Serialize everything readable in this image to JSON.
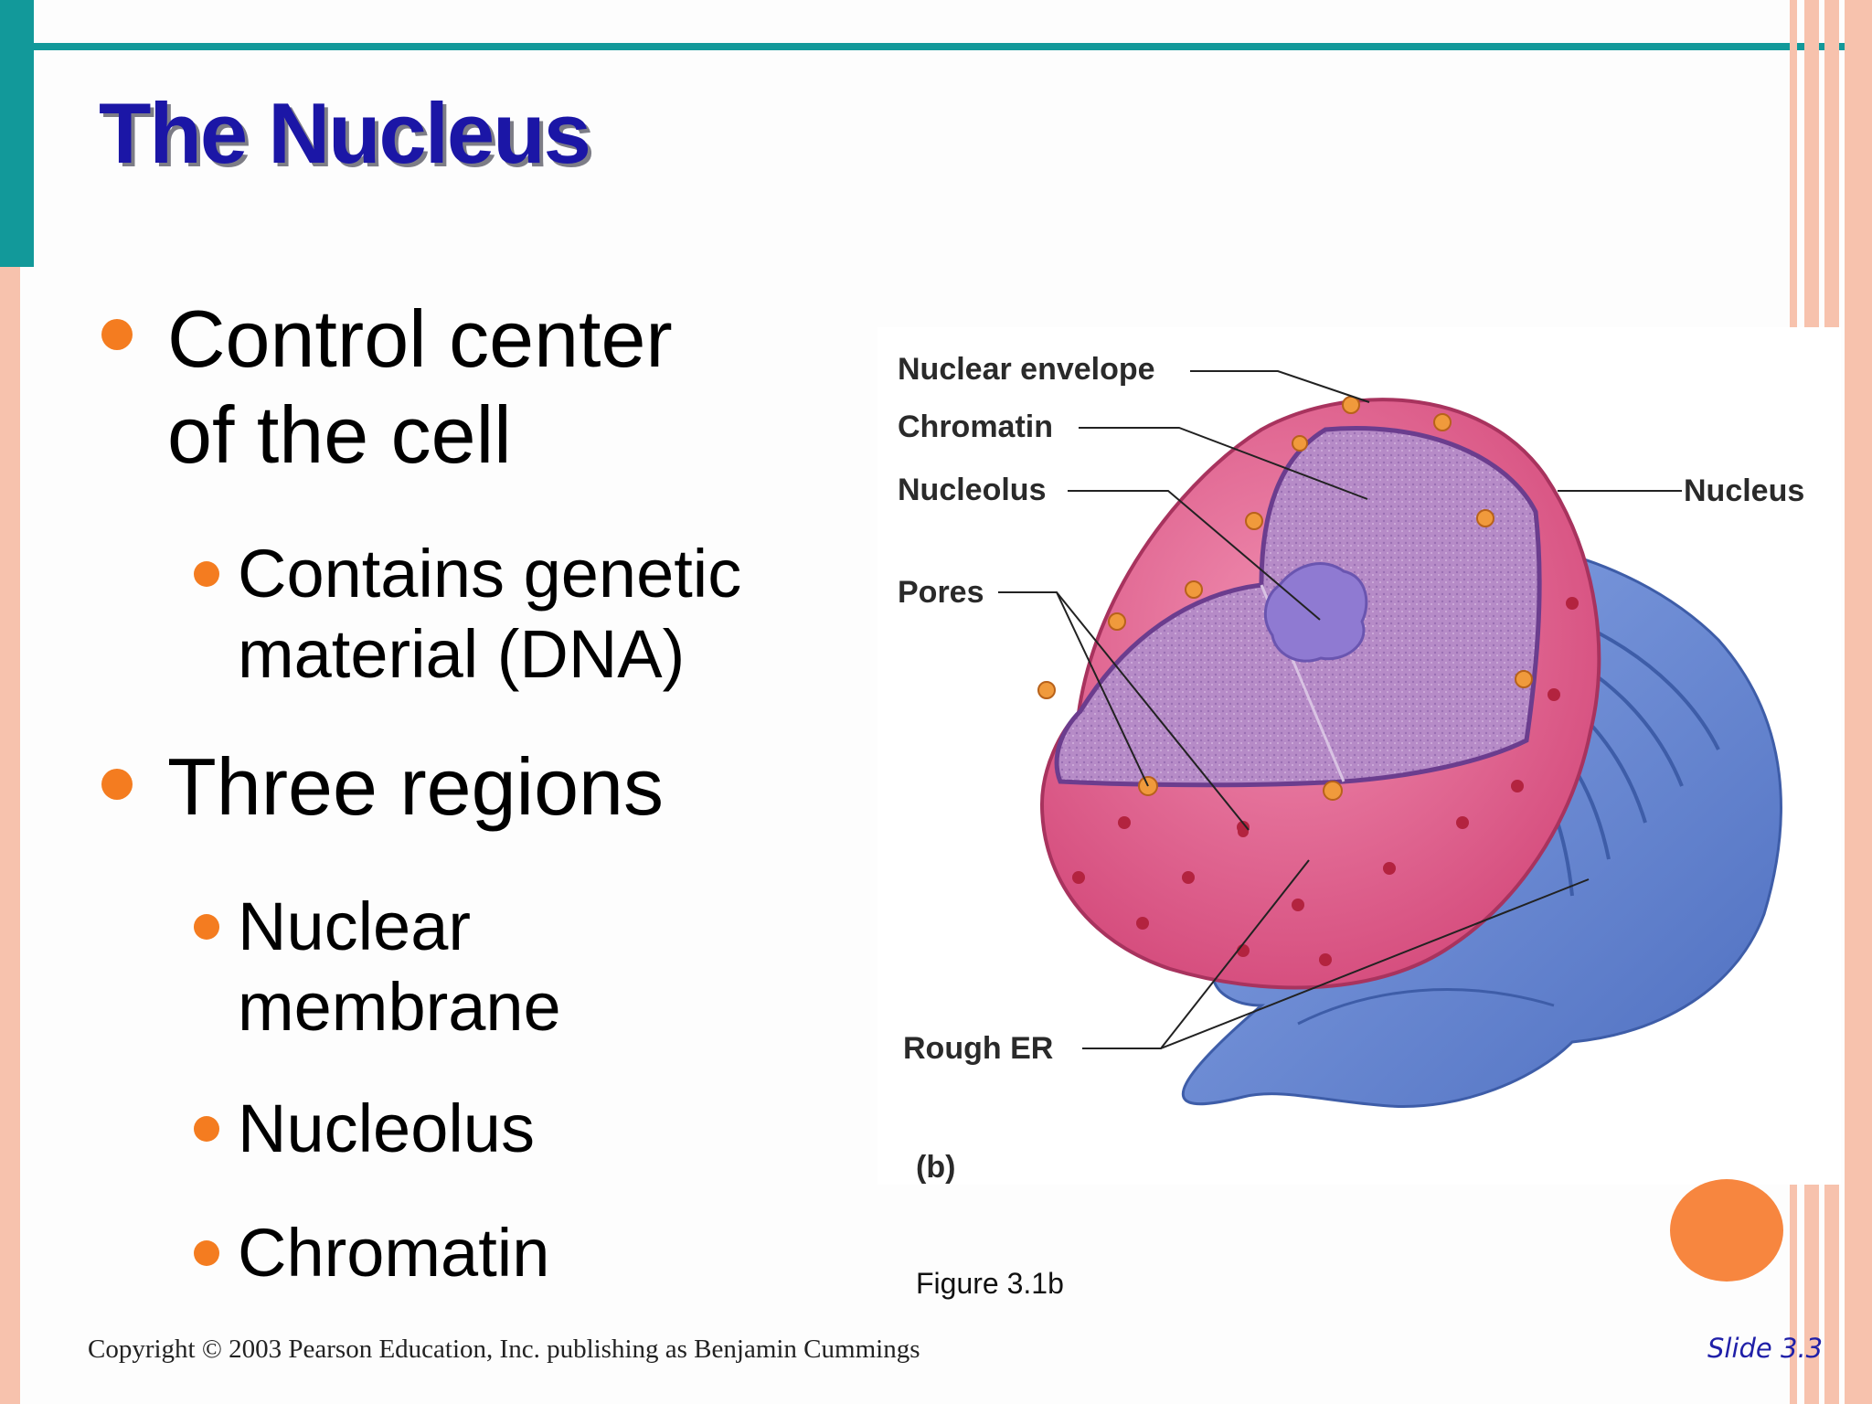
{
  "slide": {
    "title": "The Nucleus",
    "bullets": [
      {
        "text_lines": [
          "Control center",
          "of the cell"
        ],
        "sub": [
          {
            "lines": [
              "Contains genetic",
              "material (DNA)"
            ]
          }
        ]
      },
      {
        "text_lines": [
          "Three regions"
        ],
        "sub": [
          {
            "lines": [
              "Nuclear",
              "membrane"
            ]
          },
          {
            "lines": [
              "Nucleolus"
            ]
          },
          {
            "lines": [
              "Chromatin"
            ]
          }
        ]
      }
    ]
  },
  "figure": {
    "labels": {
      "nuclear_envelope": "Nuclear envelope",
      "chromatin": "Chromatin",
      "nucleolus": "Nucleolus",
      "pores": "Pores",
      "nucleus": "Nucleus",
      "rough_er": "Rough ER",
      "panel": "(b)"
    },
    "caption": "Figure 3.1b"
  },
  "footer": {
    "copyright": "Copyright © 2003 Pearson Education, Inc. publishing as Benjamin Cummings",
    "slide_number": "Slide 3.3"
  },
  "colors": {
    "title": "#1b16a6",
    "accent_teal": "#12999a",
    "accent_orange": "#f47c20",
    "frame_peach": "#f7c2ad",
    "nucleus_pink": "#df5a86",
    "nucleoplasm_purple": "#b68bc7",
    "rough_er_blue": "#6f8fd6"
  }
}
